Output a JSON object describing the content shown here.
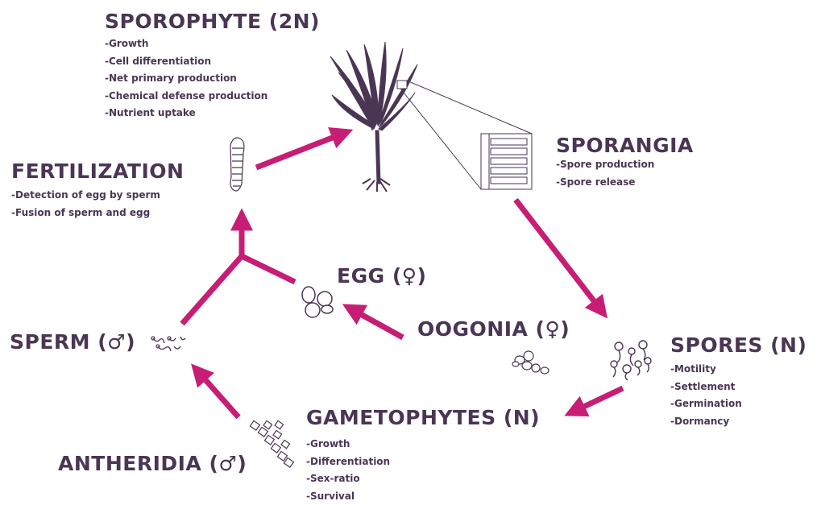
{
  "colors": {
    "text": "#4a3654",
    "arrow": "#c81d74",
    "line": "#4a3654"
  },
  "stages": {
    "sporophyte": {
      "title": "SPOROPHYTE (2N)",
      "notes": [
        "-Growth",
        "-Cell differentiation",
        "-Net primary production",
        "-Chemical defense production",
        "-Nutrient uptake"
      ]
    },
    "sporangia": {
      "title": "SPORANGIA",
      "notes": [
        "-Spore production",
        "-Spore release"
      ]
    },
    "fertilization": {
      "title": "FERTILIZATION",
      "notes": [
        "-Detection of egg by sperm",
        "-Fusion of sperm and egg"
      ]
    },
    "spores": {
      "title": "SPORES (N)",
      "notes": [
        "-Motility",
        "-Settlement",
        "-Germination",
        "-Dormancy"
      ]
    },
    "gametophytes": {
      "title": "GAMETOPHYTES (N)",
      "notes": [
        "-Growth",
        "-Differentiation",
        "-Sex-ratio",
        "-Survival"
      ]
    },
    "egg": {
      "title": "EGG (♀)"
    },
    "oogonia": {
      "title": "OOGONIA (♀)"
    },
    "sperm": {
      "title": "SPERM (♂)"
    },
    "antheridia": {
      "title": "ANTHERIDIA (♂)"
    }
  },
  "icons": [
    "kelp-sporophyte-icon",
    "sporangia-detail-icon",
    "zygote-icon",
    "egg-cells-icon",
    "oogonia-icon",
    "spores-icon",
    "sperm-icon",
    "antheridia-icon"
  ]
}
